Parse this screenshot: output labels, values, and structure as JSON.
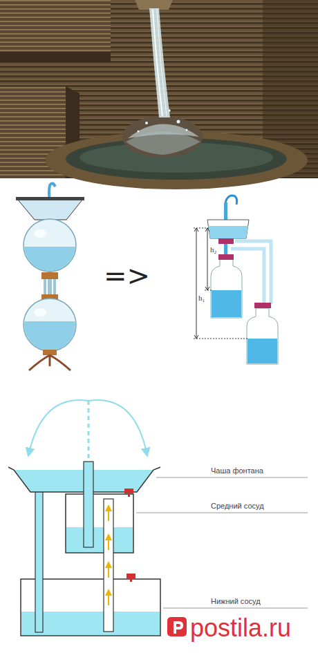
{
  "diagram": {
    "labels": [
      "=>",
      "h₂",
      "h₁",
      "Чаша фонтана",
      "Средний сосуд",
      "Нижний сосуд",
      "postila.ru"
    ]
  }
}
